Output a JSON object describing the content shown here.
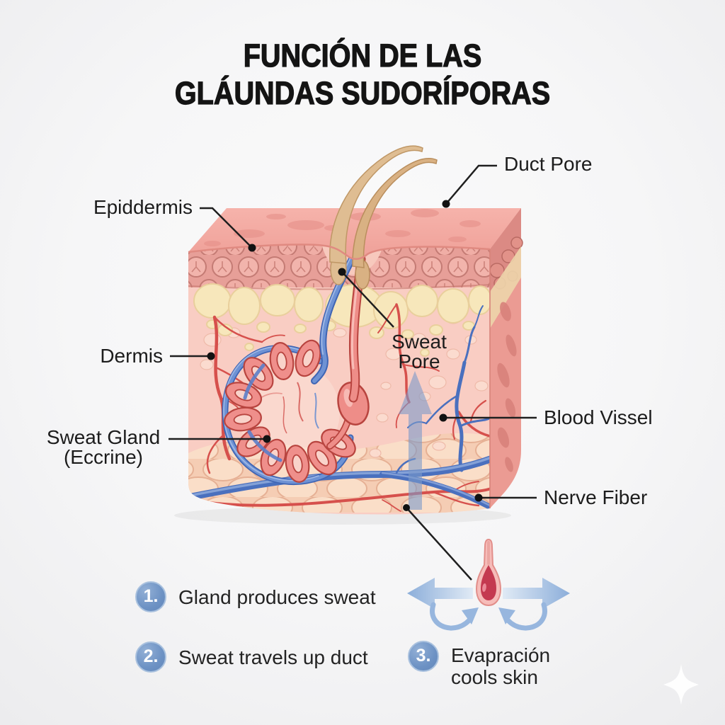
{
  "title": "FUNCIÓN DE LAS GLÁUNDAS SUDORÍPORAS",
  "anatomy_labels": {
    "duct_pore": "Duct Pore",
    "epidermis": "Epiddermis",
    "sweat_pore": "Sweat Pore",
    "dermis": "Dermis",
    "sweat_gland": "Sweat Gland (Eccrine)",
    "blood_vessel": "Blood Vissel",
    "nerve_fiber": "Nerve Fiber"
  },
  "steps": [
    {
      "number": "1.",
      "text": "Gland produces sweat"
    },
    {
      "number": "2.",
      "text": "Sweat travels up duct"
    },
    {
      "number": "3.",
      "text": "Evapración cools skin"
    }
  ],
  "colors": {
    "background": "#f5f5f6",
    "title_text": "#141414",
    "label_text": "#1c1c1c",
    "leader_line": "#1f1f1f",
    "step_badge_blue": "#6f94c6",
    "sweat_arrow_blue": "#7f9cca",
    "evaporation_arrow_blue": "#8faeda",
    "skin_surface_pink": "#f5a9a1",
    "epidermis_cell_pink": "#f2b4ac",
    "fat_layer_cream": "#f7e7bb",
    "dermis_pink": "#f9cdc3",
    "subcutaneous_peach": "#f5cdb4",
    "vessel_red": "#d6504c",
    "vessel_blue": "#4a70be",
    "gland_coil_pink": "#ef8f8b",
    "hair_tan": "#dcb98e",
    "droplet_red": "#c43a50"
  }
}
